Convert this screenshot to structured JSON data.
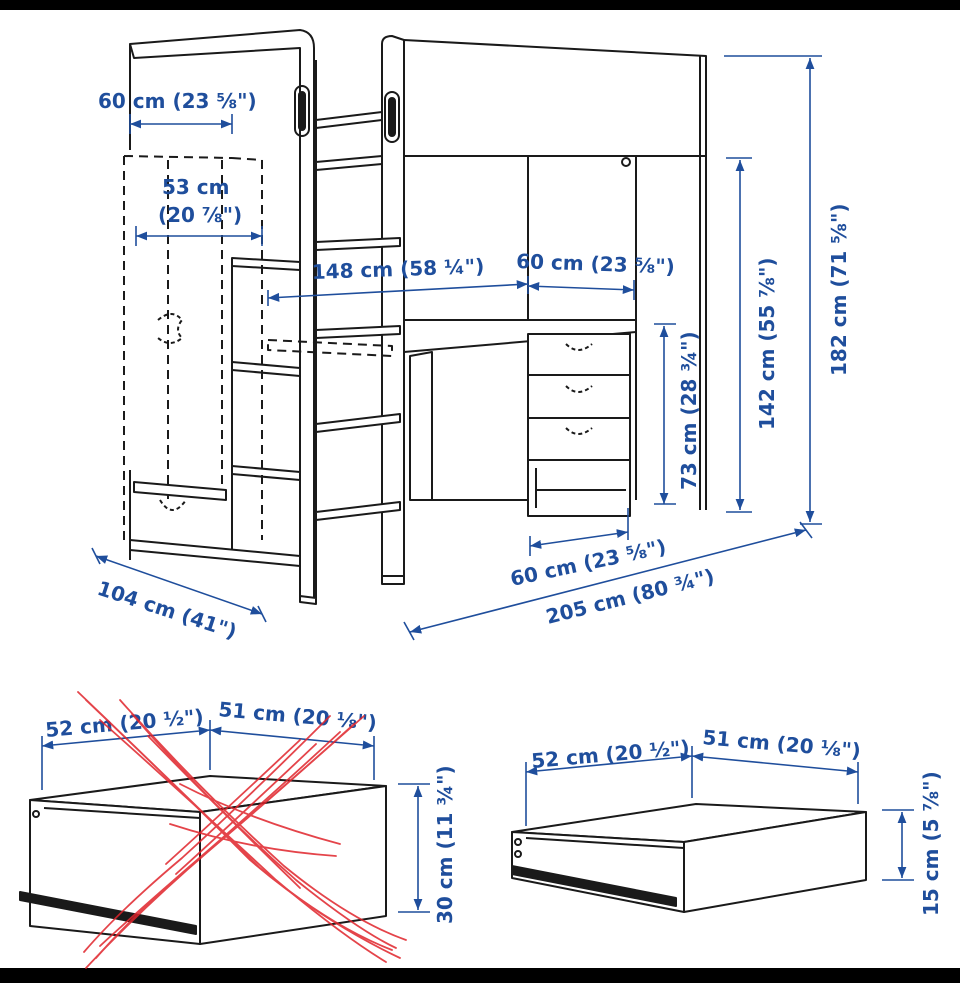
{
  "colors": {
    "background": "#ffffff",
    "frame": "#000000",
    "line": "#1a1a1a",
    "dimension": "#1f4e9c",
    "cross_out": "#e0242b"
  },
  "top_view": {
    "dims": {
      "wardrobe_depth": "60 cm (23 ⅝\")",
      "inner_width": "53 cm",
      "inner_width_in": "(20 ⅞\")",
      "desk_width": "148 cm (58 ¼\")",
      "desk_depth": "60 cm (23 ⅝\")",
      "desk_height": "73 cm (28 ¾\")",
      "bed_height": "142 cm (55 ⅞\")",
      "total_height": "182 cm (71 ⅝\")",
      "drawer_unit_depth": "60 cm (23 ⅝\")",
      "total_length": "205 cm (80 ¾\")",
      "total_width": "104 cm (41\")"
    }
  },
  "drawer_large": {
    "depth": "52 cm (20 ½\")",
    "width": "51 cm (20 ⅛\")",
    "height": "30 cm (11 ¾\")"
  },
  "drawer_small": {
    "depth": "52 cm (20 ½\")",
    "width": "51 cm (20 ⅛\")",
    "height": "15 cm (5 ⅞\")"
  }
}
